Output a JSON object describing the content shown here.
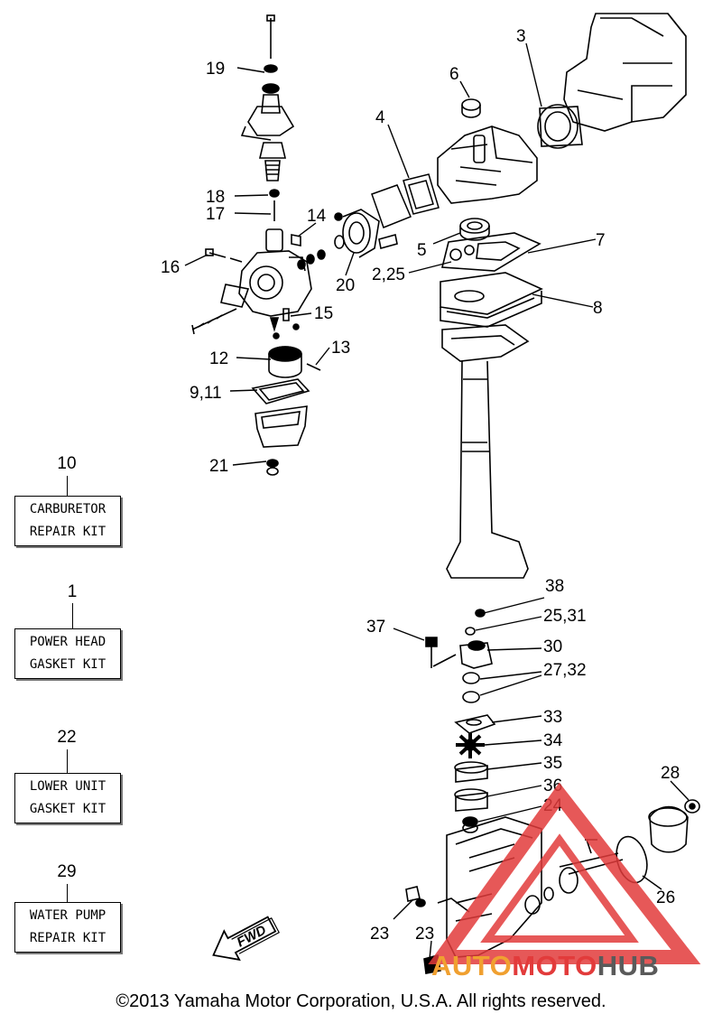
{
  "callouts": {
    "c1": "1",
    "c2_25": "2,25",
    "c3": "3",
    "c4": "4",
    "c5": "5",
    "c6": "6",
    "c7": "7",
    "c8": "8",
    "c9_11": "9,11",
    "c10": "10",
    "c12": "12",
    "c13": "13",
    "c14": "14",
    "c15": "15",
    "c16": "16",
    "c17": "17",
    "c18": "18",
    "c19": "19",
    "c20": "20",
    "c21": "21",
    "c22": "22",
    "c23a": "23",
    "c23b": "23",
    "c24": "24",
    "c25_31": "25,31",
    "c26": "26",
    "c27_32": "27,32",
    "c28": "28",
    "c29": "29",
    "c30": "30",
    "c33": "33",
    "c34": "34",
    "c35": "35",
    "c36": "36",
    "c37": "37",
    "c38": "38"
  },
  "kits": {
    "carb": {
      "line1": "CARBURETOR",
      "line2": "REPAIR KIT"
    },
    "powerhead": {
      "line1": "POWER HEAD",
      "line2": "GASKET KIT"
    },
    "lowerunit": {
      "line1": "LOWER UNIT",
      "line2": "GASKET KIT"
    },
    "waterpump": {
      "line1": "WATER PUMP",
      "line2": "REPAIR KIT"
    }
  },
  "fwd_label": "FWD",
  "copyright": "©2013 Yamaha Motor Corporation, U.S.A. All rights reserved.",
  "watermark": {
    "part1": "AUTO",
    "part2": "MOTO",
    "part3": "HUB"
  },
  "colors": {
    "watermark_red": "#e23b3b",
    "watermark_orange": "#f0a030",
    "watermark_gray": "#5a5a5a",
    "line": "#000000"
  }
}
